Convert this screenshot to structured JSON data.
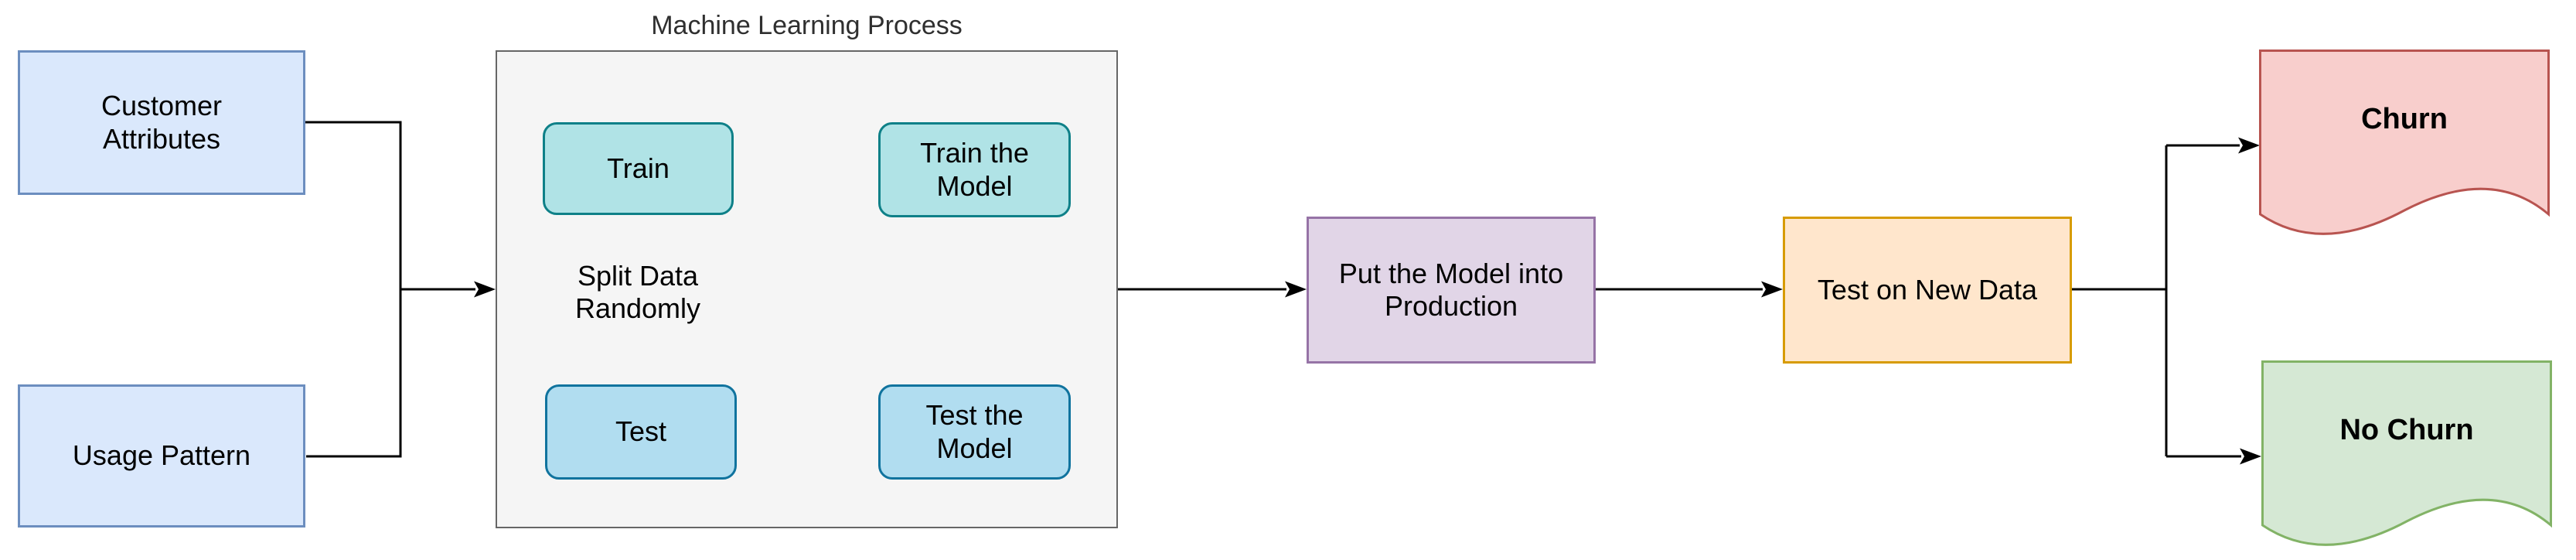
{
  "diagram": {
    "title": "Machine Learning Process",
    "nodes": {
      "customer_attributes": "Customer Attributes",
      "usage_pattern": "Usage Pattern",
      "train": "Train",
      "train_the_model": "Train the Model",
      "split_data_note": "Split Data Randomly",
      "test": "Test",
      "test_the_model": "Test the Model",
      "production": "Put the Model into Production",
      "test_on_new_data": "Test on New Data",
      "churn": "Churn",
      "no_churn": "No Churn"
    },
    "edges": [
      {
        "from": "Customer Attributes",
        "to": "Machine Learning Process"
      },
      {
        "from": "Usage Pattern",
        "to": "Machine Learning Process"
      },
      {
        "from": "Train",
        "to": "Train the Model"
      },
      {
        "from": "Train the Model",
        "to": "Test the Model"
      },
      {
        "from": "Test the Model",
        "to": "Test"
      },
      {
        "from": "Machine Learning Process",
        "to": "Put the Model into Production"
      },
      {
        "from": "Put the Model into Production",
        "to": "Test on New Data"
      },
      {
        "from": "Test on New Data",
        "to": "Churn"
      },
      {
        "from": "Test on New Data",
        "to": "No Churn"
      }
    ],
    "colors": {
      "input_fill": "#dae8fc",
      "input_stroke": "#6c8ebf",
      "train_fill": "#b0e3e6",
      "train_stroke": "#0e8088",
      "test_fill": "#b1ddf0",
      "test_stroke": "#10739e",
      "production_fill": "#e1d5e7",
      "production_stroke": "#9673a6",
      "new_data_fill": "#ffe6cc",
      "new_data_stroke": "#d79b00",
      "churn_fill": "#f8cecc",
      "churn_stroke": "#b85450",
      "no_churn_fill": "#d5e8d4",
      "no_churn_stroke": "#82b366",
      "container_fill": "#f5f5f5",
      "container_stroke": "#666666",
      "connector": "#000000"
    }
  }
}
